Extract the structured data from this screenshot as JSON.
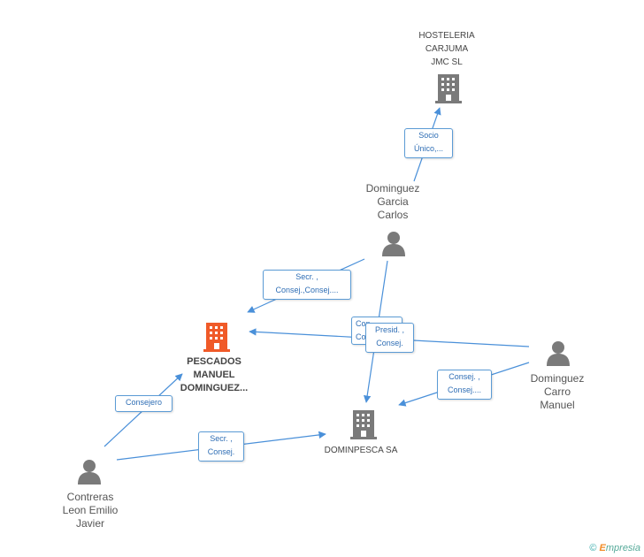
{
  "nodes": {
    "hosteleria": {
      "label": "HOSTELERIA\nCARJUMA\nJMC SL"
    },
    "dominguez_garcia": {
      "label": "Dominguez\nGarcia\nCarlos"
    },
    "pescados": {
      "label": "PESCADOS\nMANUEL\nDOMINGUEZ..."
    },
    "dominpesca": {
      "label": "DOMINPESCA SA"
    },
    "dominguez_carro": {
      "label": "Dominguez\nCarro\nManuel"
    },
    "contreras": {
      "label": "Contreras\nLeon Emilio\nJavier"
    }
  },
  "edges": {
    "socio_unico": "Socio\nÚnico,...",
    "secr_consej_1": "Secr. ,\nConsej.,Consej....",
    "consej_hidden": "Con\nCon",
    "presid_consej": "Presid. ,\nConsej.",
    "consej_consej": "Consej. ,\nConsej....",
    "consejero": "Consejero",
    "secr_consej_2": "Secr. ,\nConsej."
  },
  "footer": {
    "copyright": "©",
    "brand_e": "E",
    "brand_rest": "mpresia"
  },
  "colors": {
    "edge": "#4a90d9",
    "person": "#7a7a7a",
    "company": "#7a7a7a",
    "main_company": "#f05a28"
  }
}
